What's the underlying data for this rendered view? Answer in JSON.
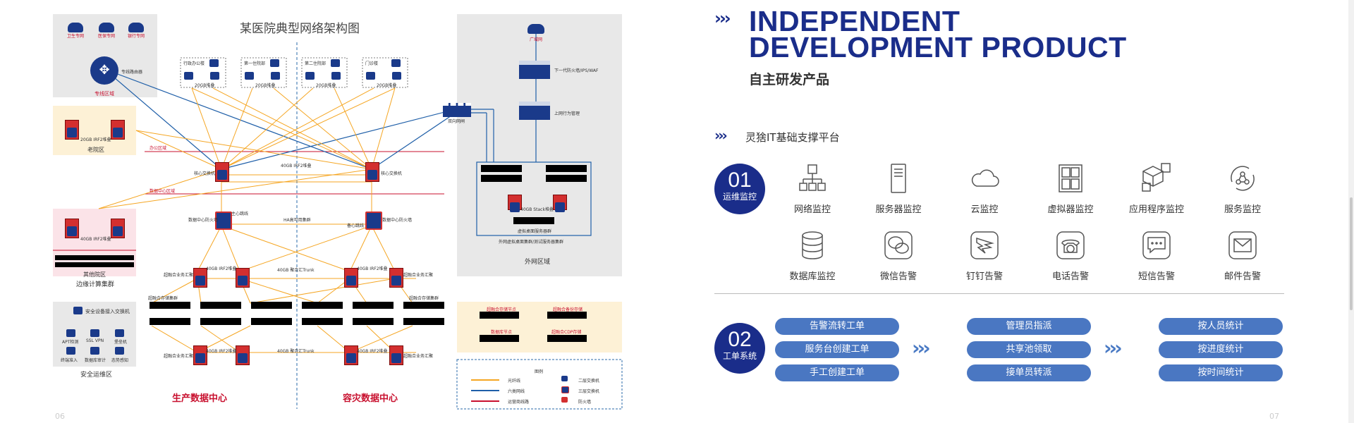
{
  "left": {
    "title": "某医院典型网络架构图",
    "zones": {
      "private_line": "专线区域",
      "old_campus": "老院区",
      "other_campus": "其他院区",
      "edge_cluster": "边缘计算集群",
      "security_ops": "安全运维区",
      "external": "外网区域",
      "prod_dc": "生产数据中心",
      "dr_dc": "容灾数据中心"
    },
    "private_clouds": [
      "卫生专网",
      "医保专网",
      "银行专网"
    ],
    "private_router": "专线路由器",
    "old_campus_stack": "20GB IRF2堆叠",
    "other_campus_stack": "40GB IRF2堆叠",
    "office_zone": "办公区域",
    "dc_zone": "数据中心区域",
    "buildings": [
      {
        "name": "行政办公楼",
        "stack": "20GB堆叠"
      },
      {
        "name": "第一住院部",
        "stack": "20GB堆叠"
      },
      {
        "name": "第二住院部",
        "stack": "20GB堆叠"
      },
      {
        "name": "门诊楼",
        "stack": "20GB堆叠"
      }
    ],
    "core_switch": "核心交换机",
    "core_link": "40GB IRF2堆叠",
    "dc_firewall": "数据中心防火墙",
    "main_link": "主心跳线",
    "ha_link": "HA高可用集群",
    "backup_link": "备心跳线",
    "bidir_gate": "双向网闸",
    "broadcast": "广域网",
    "ngfw": "下一代防火墙/IPS/WAF",
    "behavior_mgmt": "上网行为管理",
    "ext_stack": "40GB Stack堆叠",
    "ext_desktop": "虚拟桌面服务器群",
    "ext_caption": "外网虚拟桌面集群/测试服务器集群",
    "converge_switch": "超融合业务汇聚",
    "converge_stack": "40GB IRF2堆叠",
    "trunk": "40GB 聚合汇Trunk",
    "converge_storage": "超融合存储集群",
    "storage_items": [
      "超融合存储节点",
      "超融合备份存储",
      "数据库节点",
      "超融合CDP存储"
    ],
    "security": {
      "access_switch": "安全设备接入交换机",
      "devices": [
        "APT检测",
        "SSL VPN",
        "堡垒机",
        "终端准入",
        "数据库审计",
        "态势感知"
      ]
    },
    "legend": {
      "title": "图例",
      "items": [
        "光纤线",
        "六类网线",
        "运营商线路"
      ],
      "devices": [
        "二层交换机",
        "三层交换机",
        "防火墙"
      ]
    },
    "page_num": "06"
  },
  "right": {
    "title_line1": "INDEPENDENT",
    "title_line2": "DEVELOPMENT PRODUCT",
    "title_cn": "自主研发产品",
    "section": "灵猞IT基础支撑平台",
    "s1": {
      "num": "01",
      "label": "运维监控"
    },
    "s2": {
      "num": "02",
      "label": "工单系统"
    },
    "monitors": [
      {
        "icon": "network-monitor-icon",
        "label": "网络监控"
      },
      {
        "icon": "server-monitor-icon",
        "label": "服务器监控"
      },
      {
        "icon": "cloud-monitor-icon",
        "label": "云监控"
      },
      {
        "icon": "vm-monitor-icon",
        "label": "虚拟器监控"
      },
      {
        "icon": "app-monitor-icon",
        "label": "应用程序监控"
      },
      {
        "icon": "service-monitor-icon",
        "label": "服务监控"
      },
      {
        "icon": "database-monitor-icon",
        "label": "数据库监控"
      },
      {
        "icon": "wechat-alert-icon",
        "label": "微信告警"
      },
      {
        "icon": "dingtalk-alert-icon",
        "label": "钉钉告警"
      },
      {
        "icon": "phone-alert-icon",
        "label": "电话告警"
      },
      {
        "icon": "sms-alert-icon",
        "label": "短信告警"
      },
      {
        "icon": "mail-alert-icon",
        "label": "邮件告警"
      }
    ],
    "workflow": [
      [
        "告警流转工单",
        "服务台创建工单",
        "手工创建工单"
      ],
      [
        "管理员指派",
        "共享池领取",
        "接单员转派"
      ],
      [
        "按人员统计",
        "按进度统计",
        "按时间统计"
      ]
    ],
    "page_num": "07"
  },
  "colors": {
    "brand": "#1a2d8a",
    "pill": "#4a77c2",
    "fiber": "#f5a623",
    "cat6": "#1f5fa8",
    "isp": "#c8102e"
  }
}
